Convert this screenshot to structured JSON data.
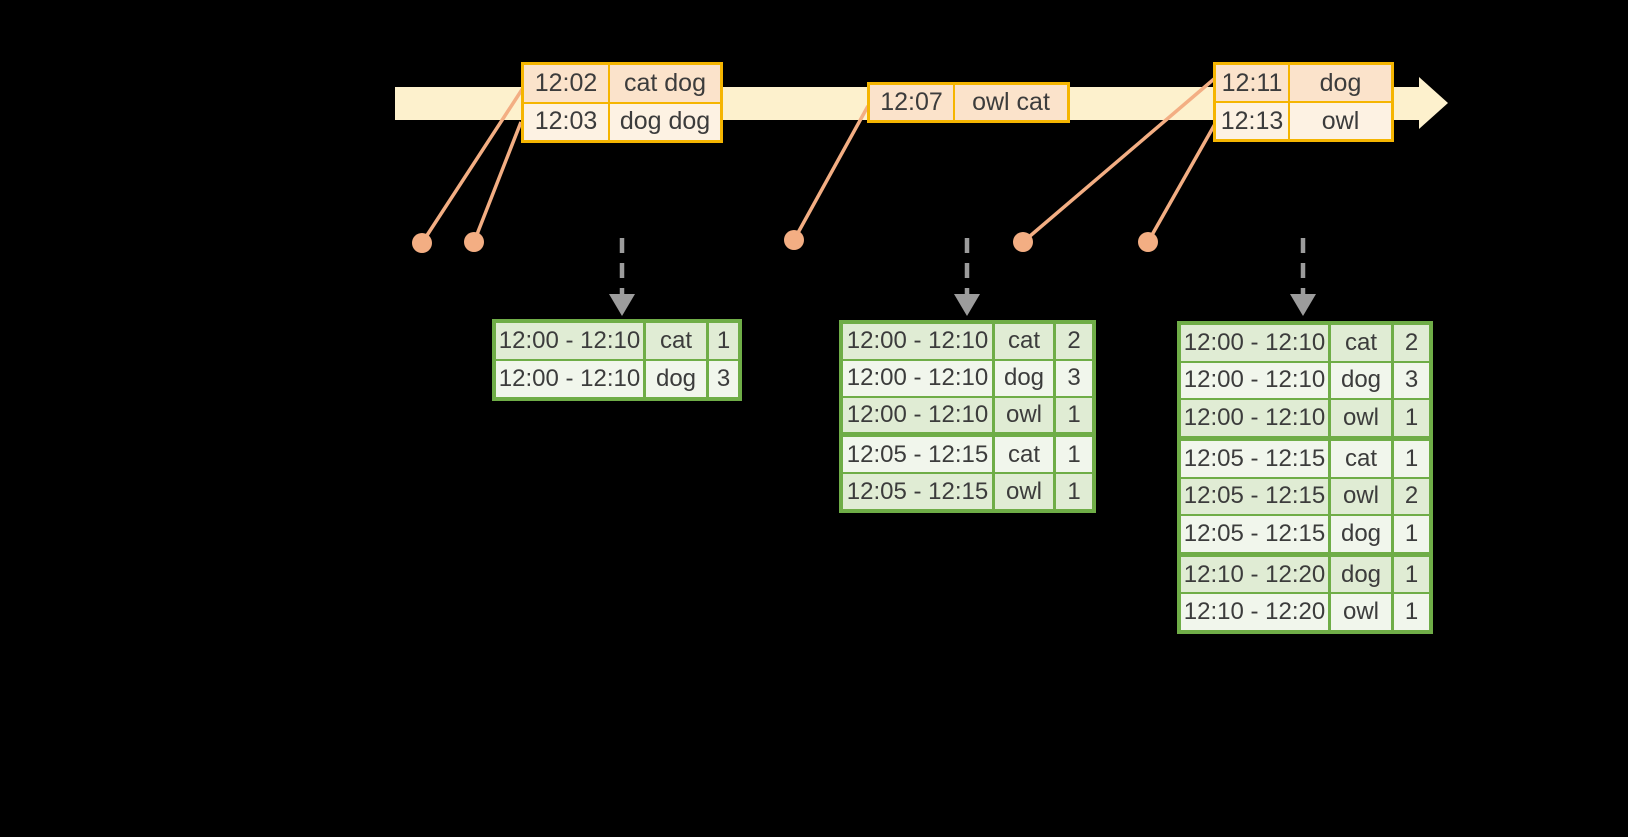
{
  "diagram": {
    "event_tables": [
      {
        "name": "event-table-1",
        "rows": [
          {
            "time": "12:02",
            "words": "cat dog"
          },
          {
            "time": "12:03",
            "words": "dog dog"
          }
        ]
      },
      {
        "name": "event-table-2",
        "rows": [
          {
            "time": "12:07",
            "words": "owl cat"
          }
        ]
      },
      {
        "name": "event-table-3",
        "rows": [
          {
            "time": "12:11",
            "words": "dog"
          },
          {
            "time": "12:13",
            "words": "owl"
          }
        ]
      }
    ],
    "result_tables": [
      {
        "name": "result-table-1",
        "rows": [
          {
            "window": "12:00 - 12:10",
            "word": "cat",
            "count": "1"
          },
          {
            "window": "12:00 - 12:10",
            "word": "dog",
            "count": "3"
          }
        ]
      },
      {
        "name": "result-table-2",
        "rows": [
          {
            "window": "12:00 - 12:10",
            "word": "cat",
            "count": "2"
          },
          {
            "window": "12:00 - 12:10",
            "word": "dog",
            "count": "3"
          },
          {
            "window": "12:00 - 12:10",
            "word": "owl",
            "count": "1"
          },
          {
            "window": "12:05 - 12:15",
            "word": "cat",
            "count": "1"
          },
          {
            "window": "12:05 - 12:15",
            "word": "owl",
            "count": "1"
          }
        ]
      },
      {
        "name": "result-table-3",
        "rows": [
          {
            "window": "12:00 - 12:10",
            "word": "cat",
            "count": "2"
          },
          {
            "window": "12:00 - 12:10",
            "word": "dog",
            "count": "3"
          },
          {
            "window": "12:00 - 12:10",
            "word": "owl",
            "count": "1"
          },
          {
            "window": "12:05 - 12:15",
            "word": "cat",
            "count": "1"
          },
          {
            "window": "12:05 - 12:15",
            "word": "owl",
            "count": "2"
          },
          {
            "window": "12:05 - 12:15",
            "word": "dog",
            "count": "1"
          },
          {
            "window": "12:10 - 12:20",
            "word": "dog",
            "count": "1"
          },
          {
            "window": "12:10 - 12:20",
            "word": "owl",
            "count": "1"
          }
        ]
      }
    ],
    "colors": {
      "background": "#000000",
      "timeline_fill": "#fdf1cd",
      "event_border": "#f5b501",
      "event_row_dark": "#fbe3cb",
      "event_row_light": "#fdf2e3",
      "connector": "#f3ae83",
      "dashed_arrow": "#9c9c9c",
      "result_border": "#6fad47",
      "result_row_dark": "#e0ecd4",
      "result_row_light": "#f1f6ec",
      "text": "#3c3c3c"
    }
  }
}
